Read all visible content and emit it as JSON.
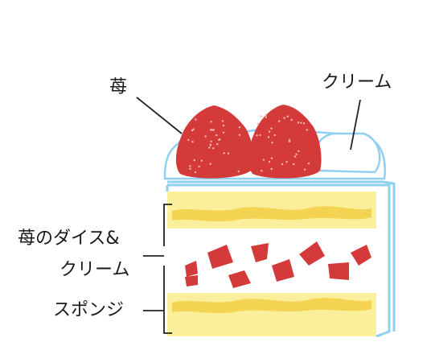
{
  "labels": {
    "strawberry": "苺",
    "cream": "クリーム",
    "diced_line1": "苺のダイス&",
    "diced_line2": "クリーム",
    "sponge": "スポンジ"
  },
  "colors": {
    "strawberry": "#d53a3a",
    "seeds": "#f4b9b0",
    "cream_outline": "#8fd0f0",
    "sponge": "#fbef9c",
    "sponge_crumb": "#f2c93a",
    "leader": "#222222"
  }
}
